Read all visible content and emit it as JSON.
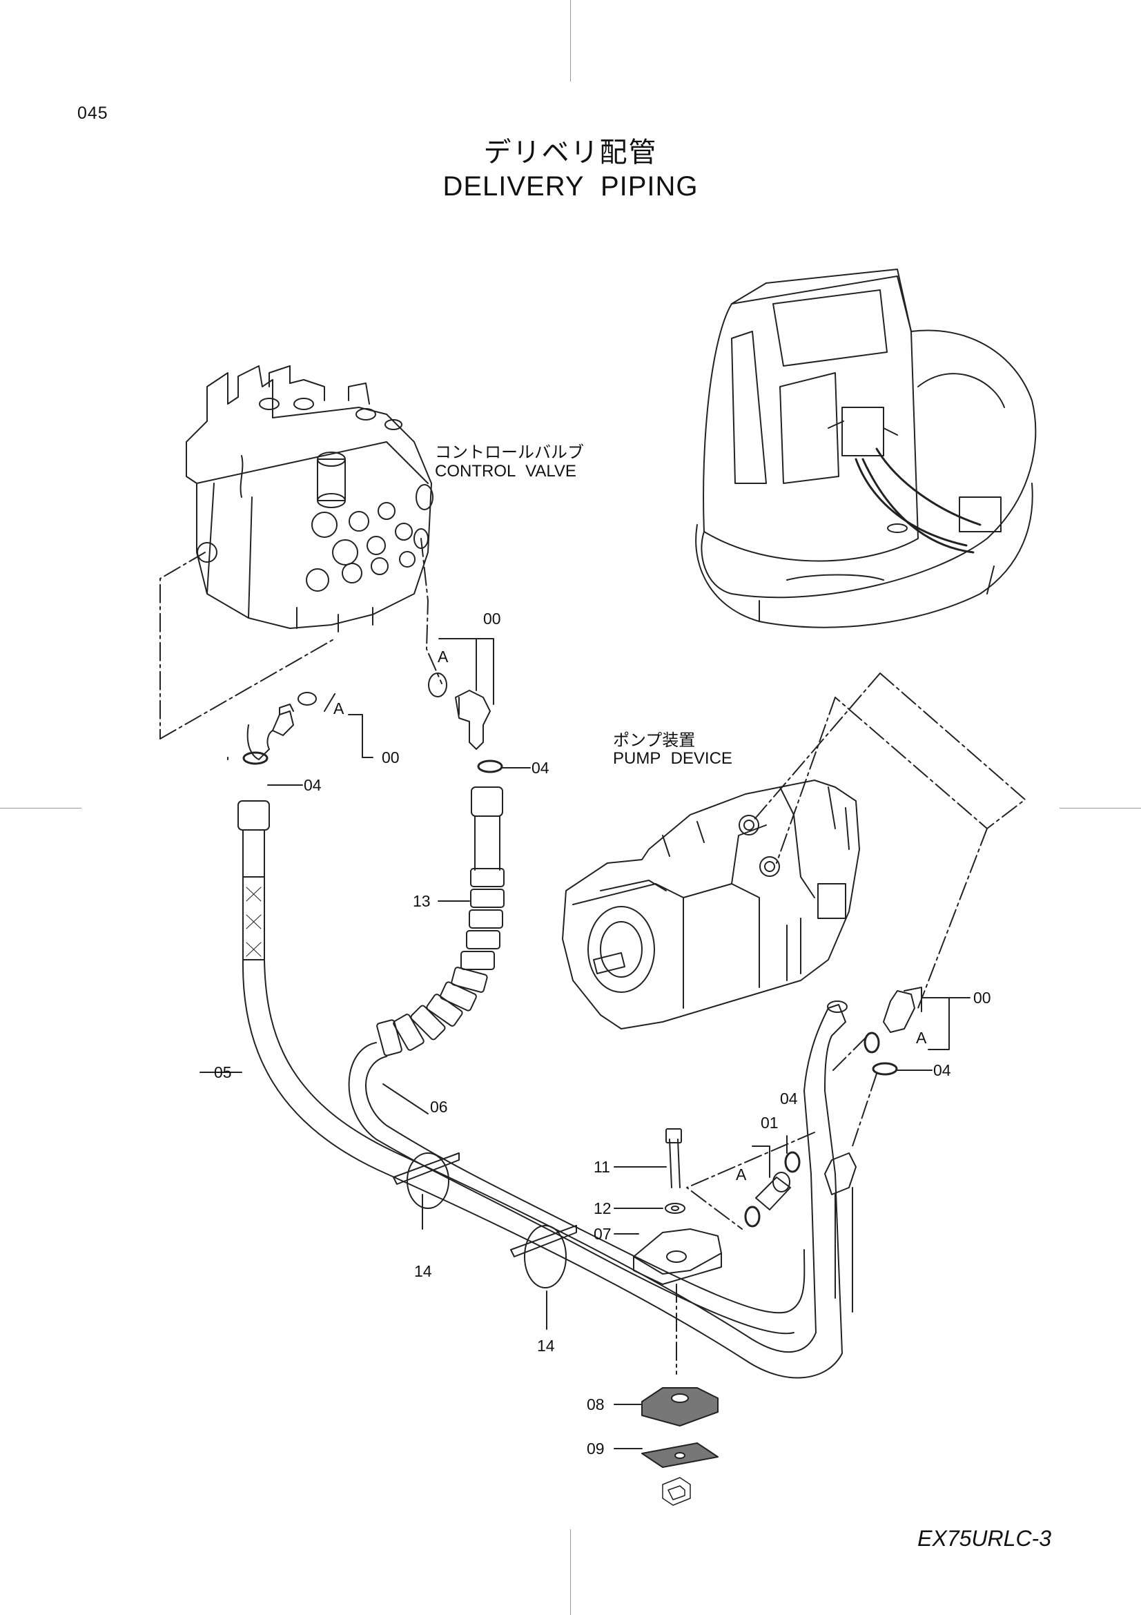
{
  "page_number": "045",
  "title_jp": "デリベリ配管",
  "title_en": "DELIVERY  PIPING",
  "model_code": "EX75URLC-3",
  "components": {
    "control_valve": {
      "label_jp": "コントロールバルブ",
      "label_en": "CONTROL  VALVE"
    },
    "pump_device": {
      "label_jp": "ポンプ装置",
      "label_en": "PUMP  DEVICE"
    }
  },
  "callouts": {
    "c00_top": "00",
    "c00_left": "00",
    "c00_right": "00",
    "a_top": "A",
    "a_left": "A",
    "a_right": "A",
    "a_lower": "A",
    "c04_left": "04",
    "c04_mid": "04",
    "c04_right": "04",
    "c04_lower": "04",
    "c01": "01",
    "c05": "05",
    "c06": "06",
    "c07": "07",
    "c08": "08",
    "c09": "09",
    "c11": "11",
    "c12": "12",
    "c13": "13",
    "c14_a": "14",
    "c14_b": "14"
  },
  "icons": [
    "control-valve-drawing",
    "excavator-overview-drawing",
    "pump-device-drawing",
    "hose-05",
    "hose-06",
    "clamp-bracket-icon"
  ]
}
